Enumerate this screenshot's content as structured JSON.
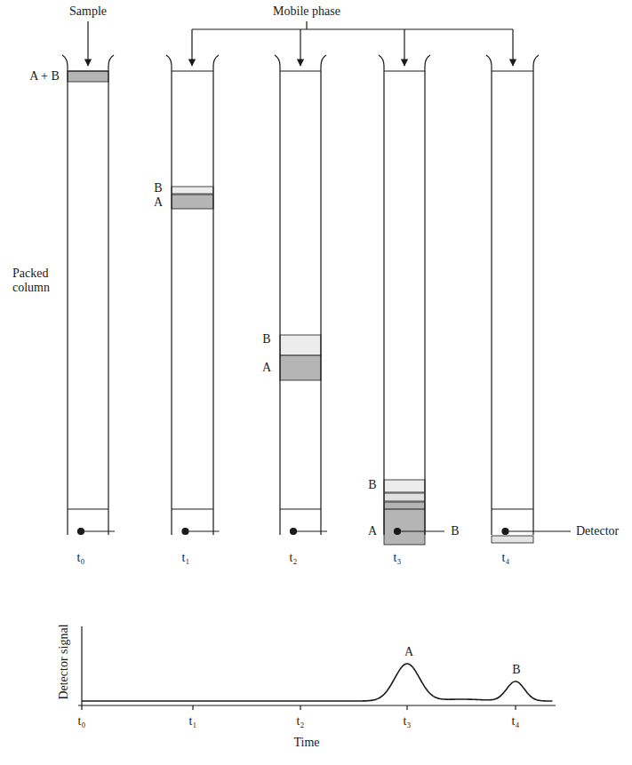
{
  "diagram": {
    "labels": [
      "Sample",
      "Mobile phase",
      "A + B",
      "B",
      "A",
      "Packed column",
      "B",
      "A",
      "B",
      "A",
      "B",
      "Detector",
      "t₀",
      "t₁",
      "t₂",
      "t₃",
      "t₄",
      "Detector signal",
      "A",
      "B",
      "t₀",
      "t₁",
      "t₂",
      "t₃",
      "t₄",
      "Time"
    ]
  }
}
